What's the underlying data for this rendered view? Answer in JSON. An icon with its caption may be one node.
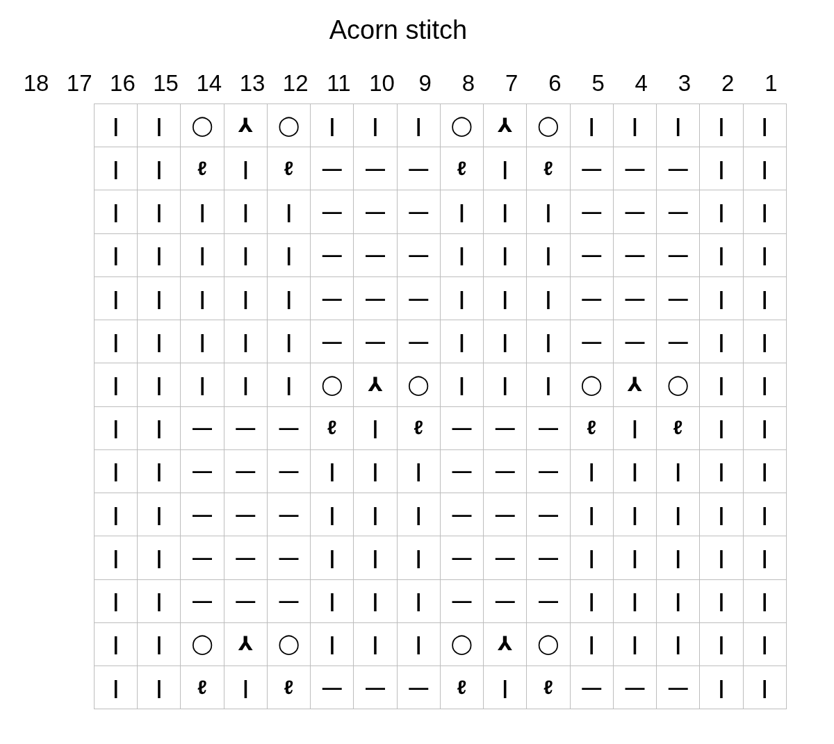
{
  "diagram": {
    "title": "Acorn stitch",
    "labels": [
      "18",
      "17",
      "16",
      "15",
      "14",
      "13",
      "12",
      "11",
      "10",
      "9",
      "8",
      "7",
      "6",
      "5",
      "4",
      "3",
      "2",
      "1",
      "|",
      "|",
      "◯",
      "⅄",
      "◯",
      "|",
      "|",
      "|",
      "◯",
      "⅄",
      "◯",
      "|",
      "|",
      "|",
      "|",
      "|",
      "|",
      "|",
      "ℓ",
      "|",
      "ℓ",
      "—",
      "—",
      "—",
      "ℓ",
      "|",
      "ℓ",
      "—",
      "—",
      "—",
      "|",
      "|",
      "|",
      "|",
      "|",
      "|",
      "|",
      "—",
      "—",
      "—",
      "|",
      "|",
      "|",
      "—",
      "—",
      "—",
      "|",
      "|",
      "|",
      "|",
      "|",
      "|",
      "|",
      "—",
      "—",
      "—",
      "|",
      "|",
      "|",
      "—",
      "—",
      "—",
      "|",
      "|",
      "|",
      "|",
      "|",
      "|",
      "|",
      "—",
      "—",
      "—",
      "|",
      "|",
      "|",
      "—",
      "—",
      "—",
      "|",
      "|",
      "|",
      "|",
      "|",
      "|",
      "|",
      "—",
      "—",
      "—",
      "|",
      "|",
      "|",
      "—",
      "—",
      "—",
      "|",
      "|",
      "|",
      "|",
      "|",
      "|",
      "|",
      "◯",
      "⅄",
      "◯",
      "|",
      "|",
      "|",
      "◯",
      "⅄",
      "◯",
      "|",
      "|",
      "|",
      "|",
      "—",
      "—",
      "—",
      "ℓ",
      "|",
      "ℓ",
      "—",
      "—",
      "—",
      "ℓ",
      "|",
      "ℓ",
      "|",
      "|",
      "|",
      "|",
      "—",
      "—",
      "—",
      "|",
      "|",
      "|",
      "—",
      "—",
      "—",
      "|",
      "|",
      "|",
      "|",
      "|",
      "|",
      "|",
      "—",
      "—",
      "—",
      "|",
      "|",
      "|",
      "—",
      "—",
      "—",
      "|",
      "|",
      "|",
      "|",
      "|",
      "|",
      "|",
      "—",
      "—",
      "—",
      "|",
      "|",
      "|",
      "—",
      "—",
      "—",
      "|",
      "|",
      "|",
      "|",
      "|",
      "|",
      "|",
      "—",
      "—",
      "—",
      "|",
      "|",
      "|",
      "—",
      "—",
      "—",
      "|",
      "|",
      "|",
      "|",
      "|",
      "|",
      "|",
      "◯",
      "⅄",
      "◯",
      "|",
      "|",
      "|",
      "◯",
      "⅄",
      "◯",
      "|",
      "|",
      "|",
      "|",
      "|",
      "|",
      "|",
      "ℓ",
      "|",
      "ℓ",
      "—",
      "—",
      "—",
      "ℓ",
      "|",
      "ℓ",
      "—",
      "—",
      "—",
      "|",
      "|"
    ]
  }
}
